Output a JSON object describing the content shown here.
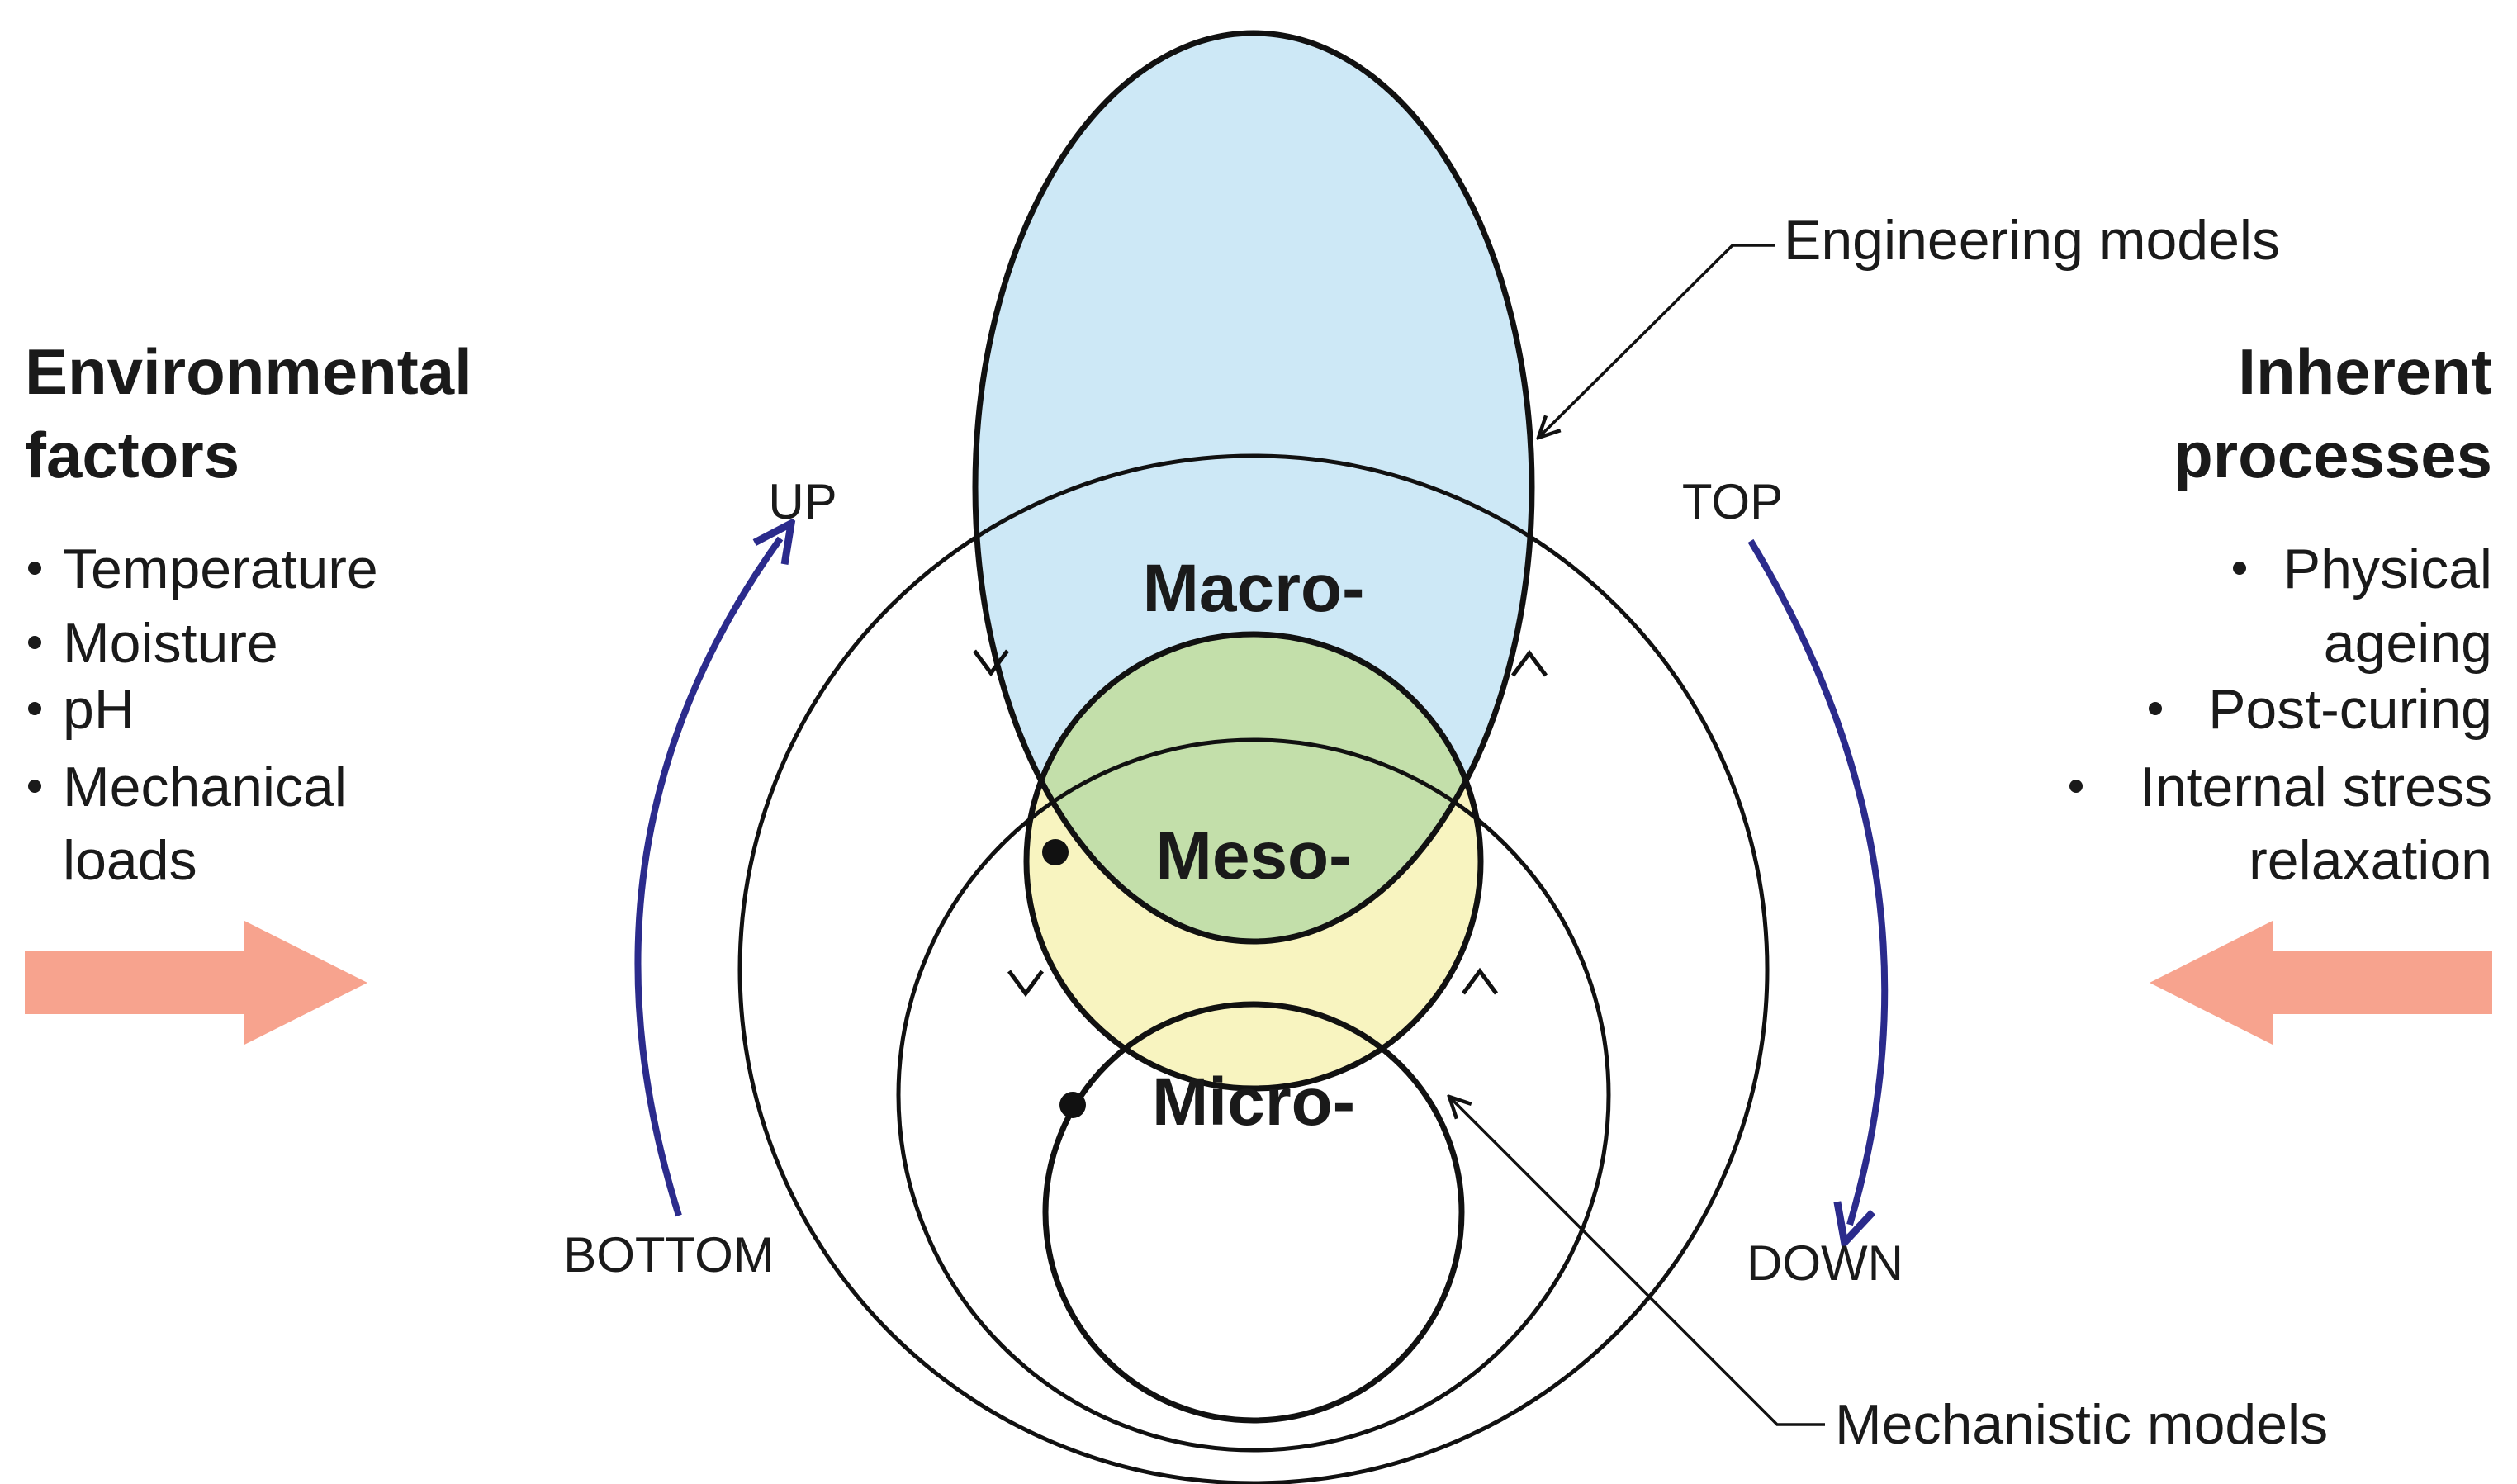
{
  "left_panel": {
    "title_lines": [
      "Environmental",
      "factors"
    ],
    "items": [
      "Temperature",
      "Moisture",
      "pH",
      "Mechanical",
      "loads"
    ]
  },
  "right_panel": {
    "title_lines": [
      "Inherent",
      "processes"
    ],
    "items": [
      "Physical",
      "ageing",
      "Post-curing",
      "Internal stress",
      "relaxation"
    ]
  },
  "scales": {
    "macro": "Macro-",
    "meso": "Meso-",
    "micro": "Micro-"
  },
  "directions": {
    "up": "UP",
    "bottom": "BOTTOM",
    "top": "TOP",
    "down": "DOWN"
  },
  "callouts": {
    "engineering": "Engineering models",
    "mechanistic": "Mechanistic models"
  },
  "colors": {
    "macro_fill": "#cde8f6",
    "meso_fill": "#c3dfaa",
    "micro_fill": "#f8f4c0",
    "flow_arrow": "#2b2b8c",
    "factor_arrow": "#f7a38e",
    "line": "#111111"
  }
}
